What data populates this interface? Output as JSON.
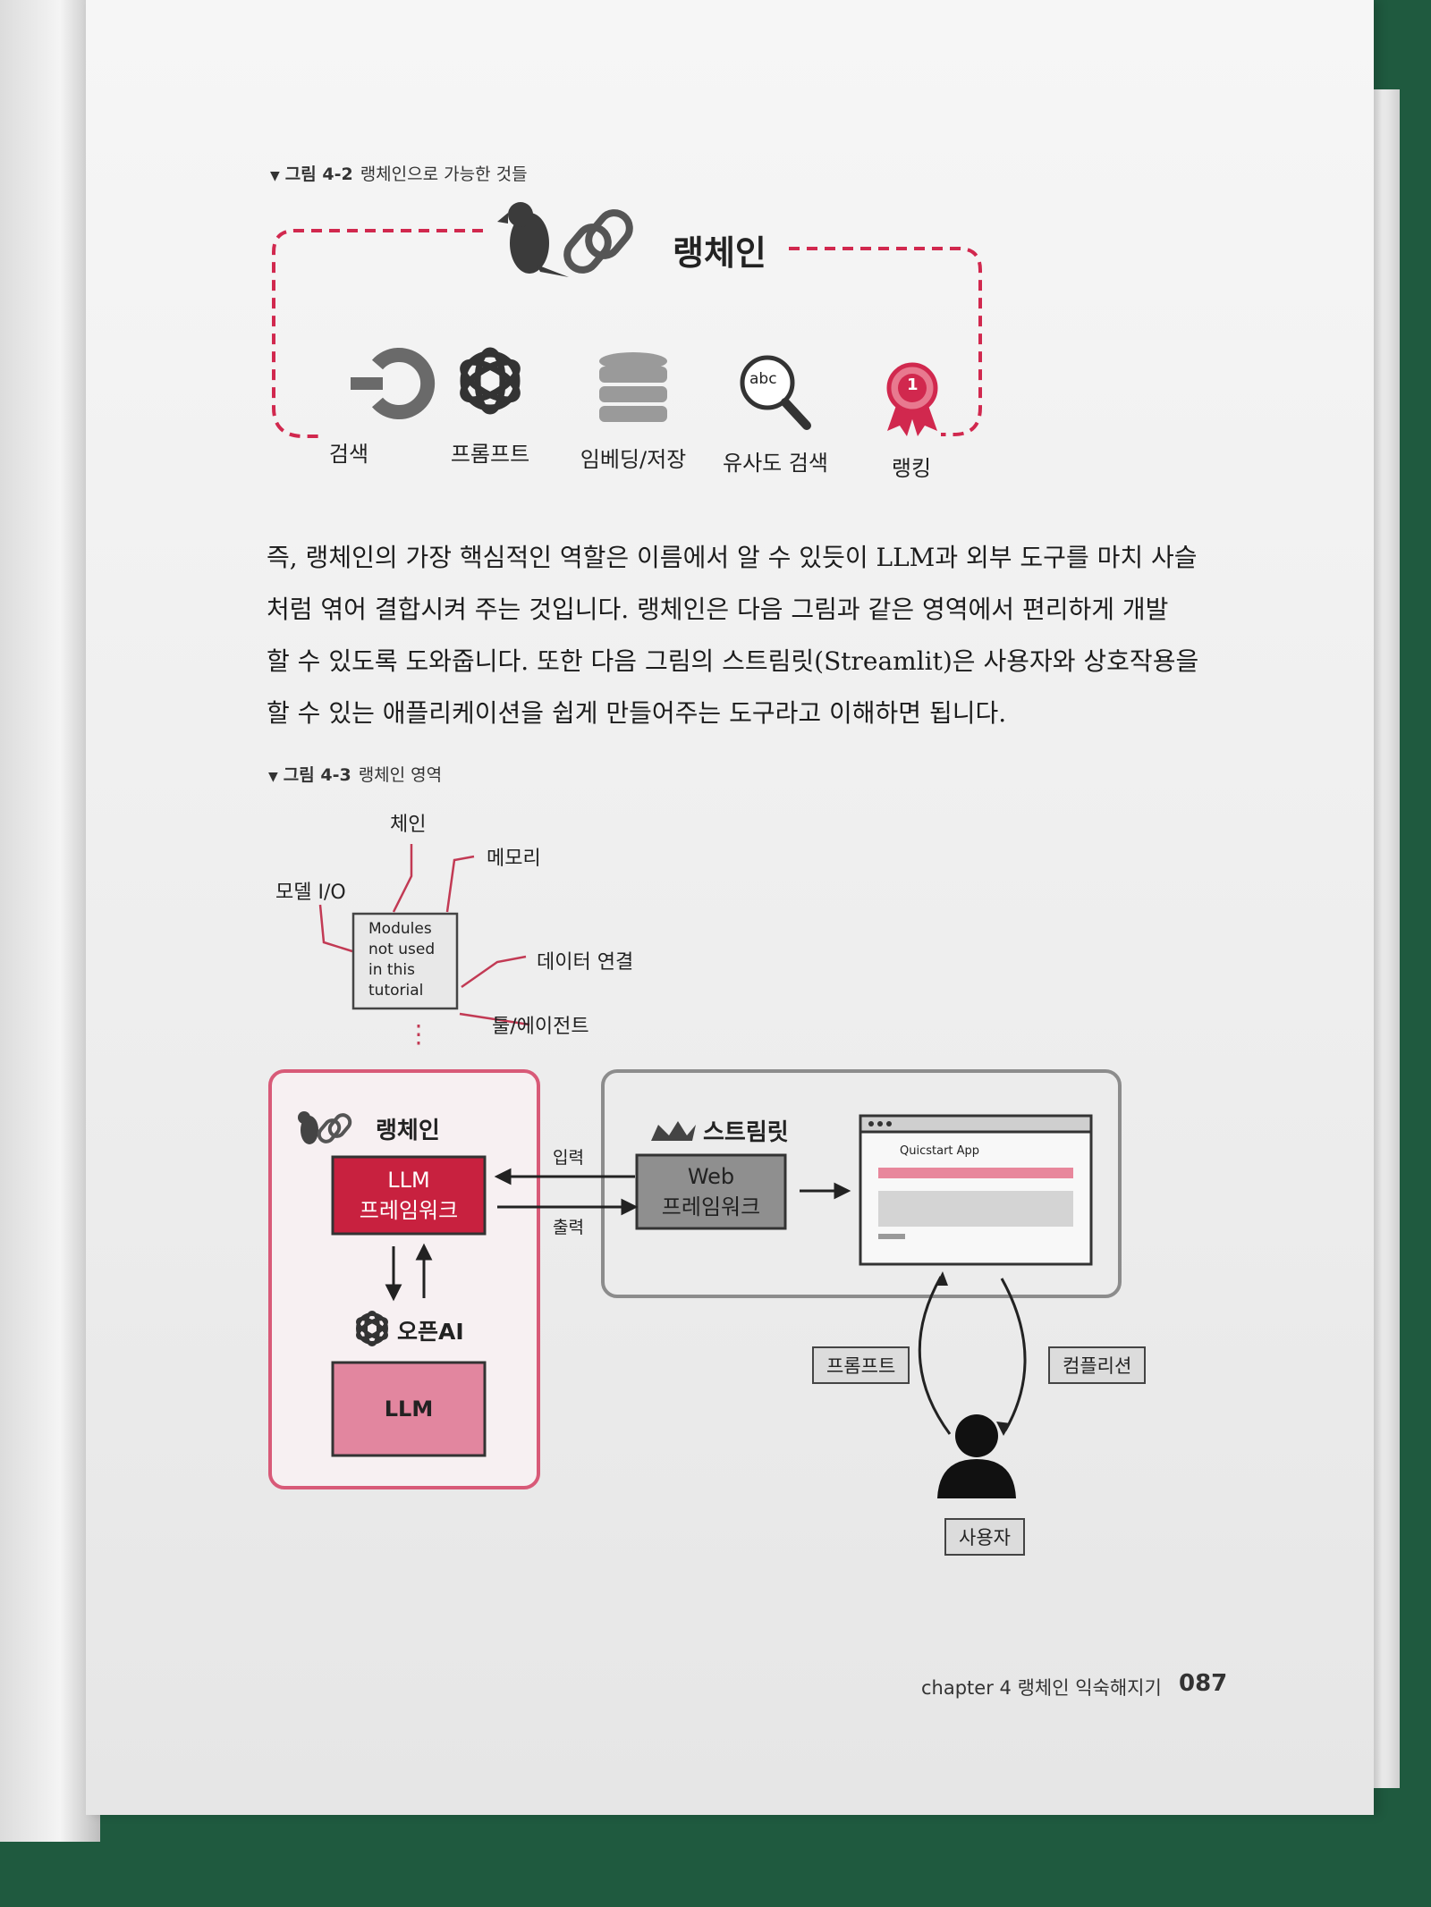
{
  "figure2": {
    "label": "그림 4-2",
    "title": "랭체인으로 가능한 것들",
    "center_title": "랭체인",
    "items": [
      "검색",
      "프롬프트",
      "임베딩/저장",
      "유사도 검색",
      "랭킹"
    ],
    "magnifier_text": "abc",
    "medal_text": "1"
  },
  "paragraph": [
    "즉, 랭체인의 가장 핵심적인 역할은 이름에서 알 수 있듯이 LLM과 외부 도구를 마치 사슬",
    "처럼 엮어 결합시켜 주는 것입니다. 랭체인은 다음 그림과 같은 영역에서 편리하게 개발",
    "할 수 있도록 도와줍니다. 또한 다음 그림의 스트림릿(Streamlit)은 사용자와 상호작용을",
    "할 수 있는 애플리케이션을 쉽게 만들어주는 도구라고 이해하면 됩니다."
  ],
  "figure3": {
    "label": "그림 4-3",
    "title": "랭체인 영역",
    "modules": {
      "chain": "체인",
      "memory": "메모리",
      "model_io": "모델 I/O",
      "data_connection": "데이터 연결",
      "tools_agents": "툴/에이전트",
      "note": [
        "Modules",
        "not used",
        "in this",
        "tutorial"
      ],
      "ellipsis": "⋮"
    },
    "langchain_box": {
      "title": "랭체인",
      "llm_framework": [
        "LLM",
        "프레임워크"
      ],
      "openai_title": "오픈AI",
      "llm": "LLM"
    },
    "streamlit_box": {
      "title": "스트림릿",
      "web_framework": [
        "Web",
        "프레임워크"
      ],
      "app_title": "Quicstart App"
    },
    "arrows": {
      "input": "입력",
      "output": "출력"
    },
    "prompt_tag": "프롬프트",
    "completion_tag": "컴플리션",
    "user_label": "사용자"
  },
  "footer": {
    "chapter": "chapter 4",
    "title": "랭체인 익숙해지기",
    "page": "087"
  },
  "colors": {
    "accent": "#d1284e",
    "pink": "#e891ab",
    "gray": "#8c8c8c"
  }
}
